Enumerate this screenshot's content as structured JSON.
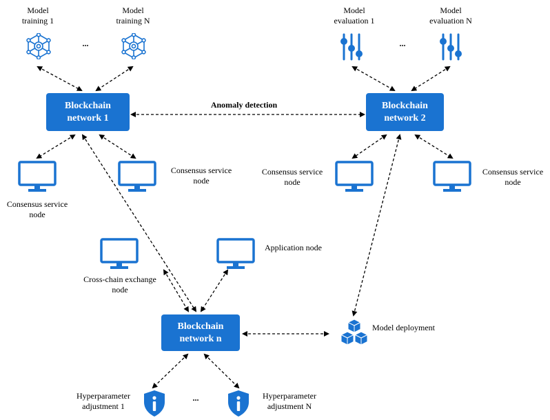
{
  "colors": {
    "accent": "#1a73d1",
    "edge": "#000000"
  },
  "chains": {
    "net1": "Blockchain\nnetwork 1",
    "net2": "Blockchain\nnetwork 2",
    "netn": "Blockchain\nnetwork n"
  },
  "top_left": {
    "training_1": "Model\ntraining 1",
    "training_n": "Model\ntraining N",
    "ellipsis": "..."
  },
  "top_right": {
    "evaluation_1": "Model\nevaluation 1",
    "evaluation_n": "Model\nevaluation N",
    "ellipsis": "..."
  },
  "edge_labels": {
    "anomaly": "Anomaly detection"
  },
  "nodes": {
    "consensus_a": "Consensus service\nnode",
    "consensus_b": "Consensus service\nnode",
    "consensus_c": "Consensus service\nnode",
    "consensus_d": "Consensus service\nnode",
    "cross_chain": "Cross-chain exchange\nnode",
    "application": "Application node",
    "deployment": "Model deployment"
  },
  "bottom": {
    "hyper_1": "Hyperparameter\nadjustment 1",
    "hyper_n": "Hyperparameter\nadjustment N",
    "ellipsis": "..."
  },
  "icons": {
    "training": "neural-network-icon",
    "evaluation": "slider-controls-icon",
    "computer": "monitor-icon",
    "deployment": "cubes-icon",
    "hyper": "shield-info-icon"
  }
}
